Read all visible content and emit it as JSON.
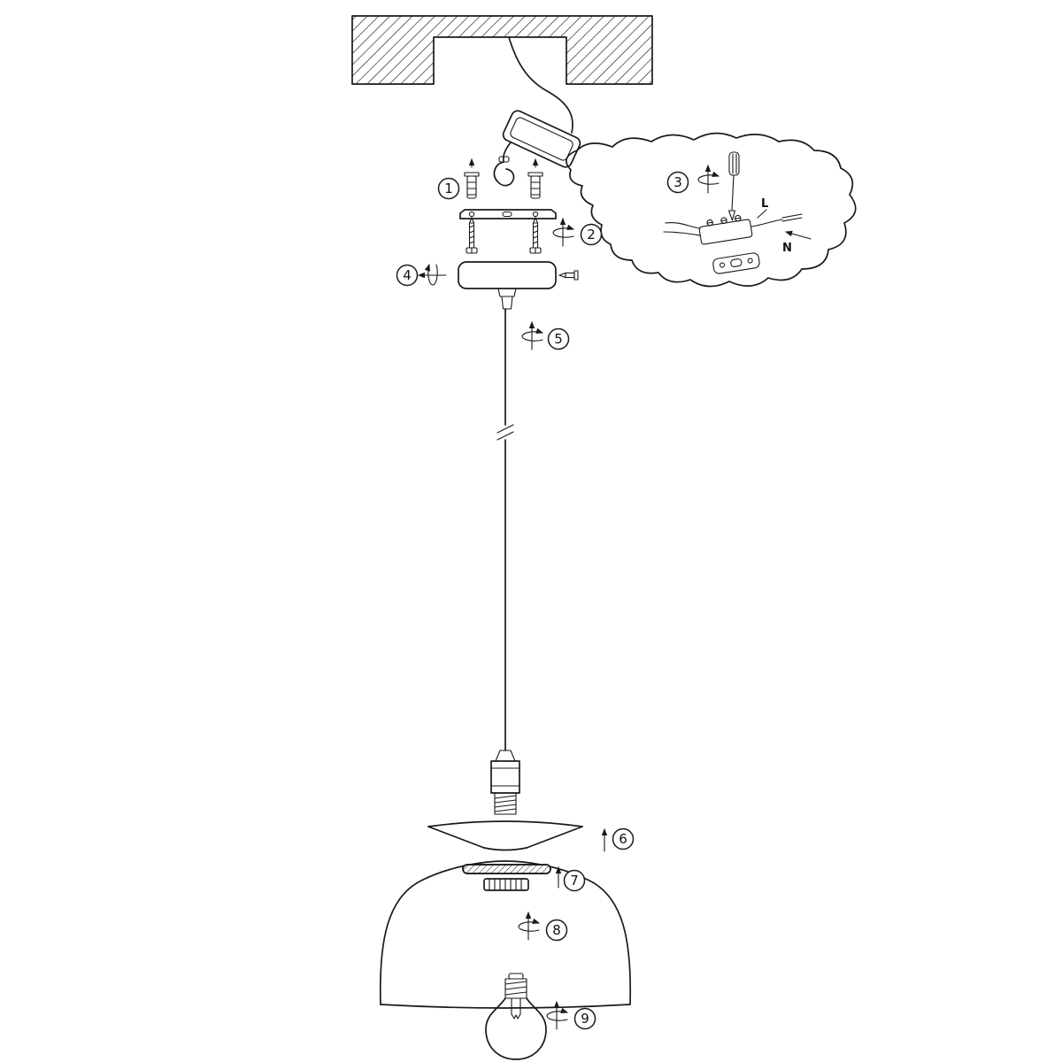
{
  "steps": [
    {
      "label": "1"
    },
    {
      "label": "2"
    },
    {
      "label": "3"
    },
    {
      "label": "4"
    },
    {
      "label": "5"
    },
    {
      "label": "6"
    },
    {
      "label": "7"
    },
    {
      "label": "8"
    },
    {
      "label": "9"
    }
  ],
  "wire_labels": {
    "live": "L",
    "neutral": "N"
  },
  "colors": {
    "line": "#1a1a1a",
    "background": "#ffffff"
  }
}
